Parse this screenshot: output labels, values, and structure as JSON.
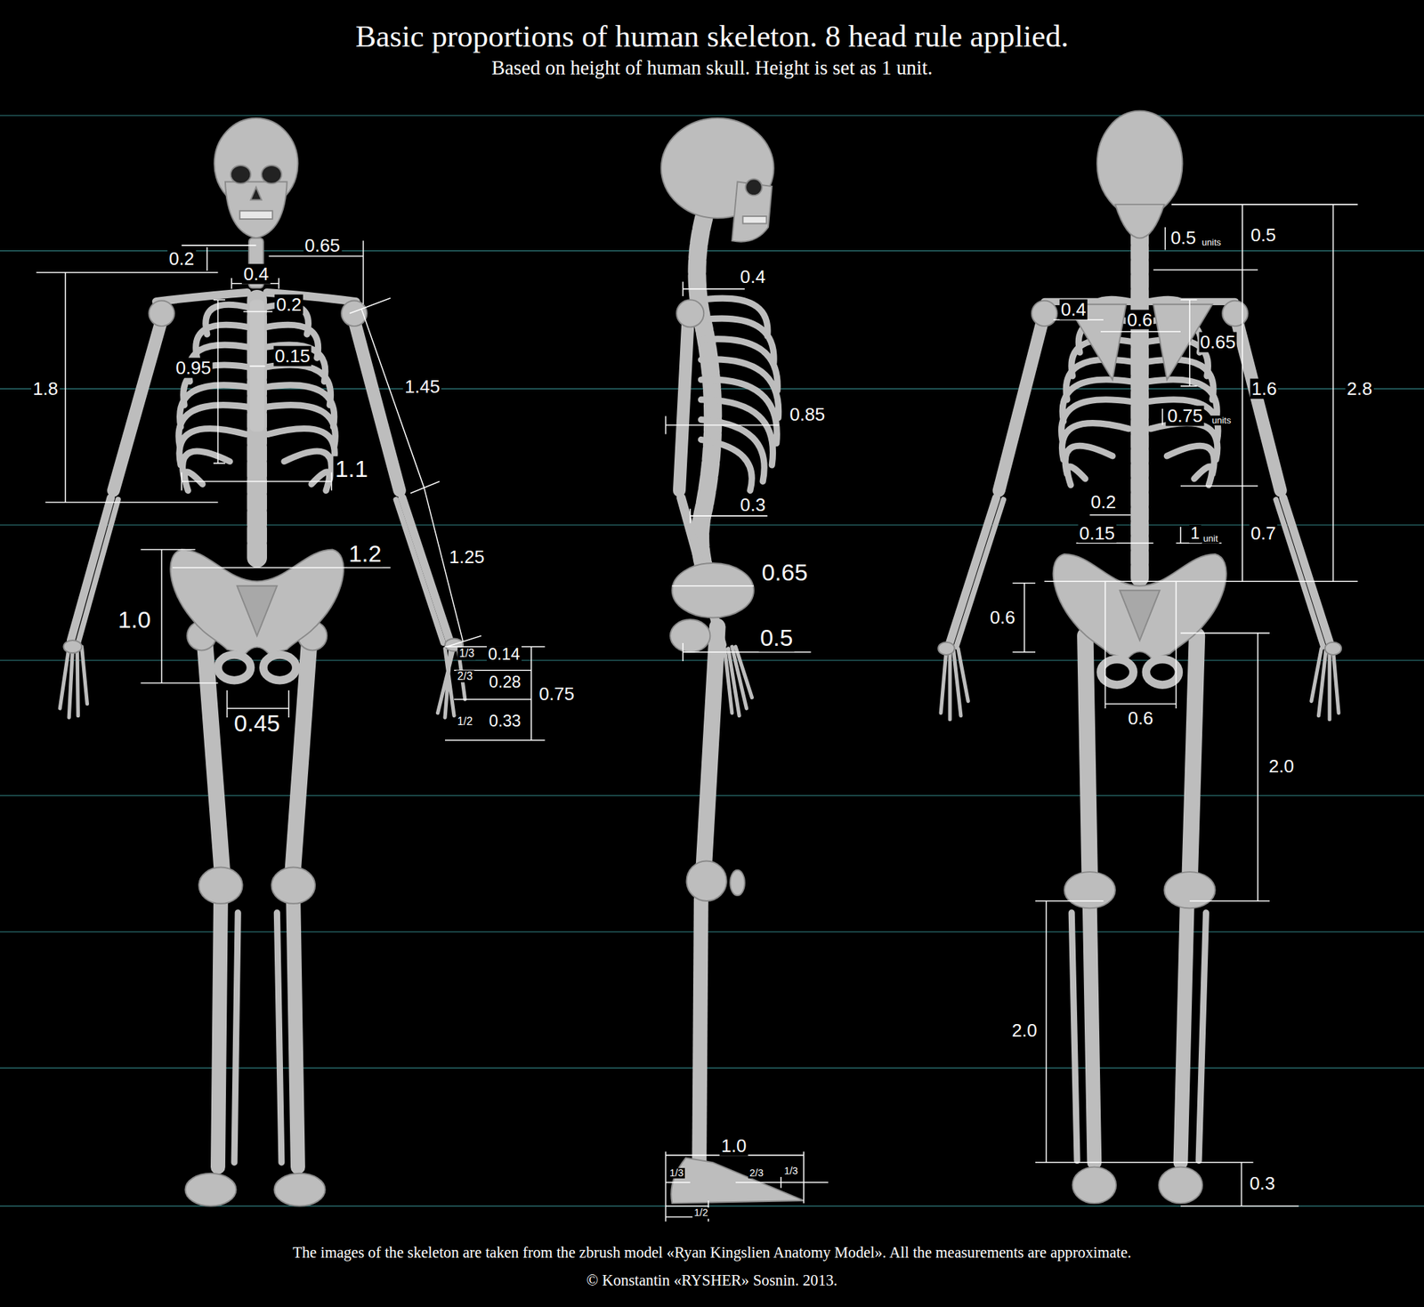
{
  "diagram": {
    "title": "Basic proportions of human skeleton. 8 head rule applied.",
    "caption": "The images of the skeleton are taken from the zbrush model «Ryan Kingslien Anatomy Model». All the measurements are approximate.",
    "labels": [
      "Based on height of human skull. Height is set as 1 unit.",
      "0.2",
      "0.65",
      "0.4",
      "0.2",
      "0.95",
      "0.15",
      "1.8",
      "1.45",
      "1.1",
      "1.2",
      "1.25",
      "1.0",
      "0.45",
      "1/3",
      "0.14",
      "2/3",
      "0.28",
      "1/2",
      "0.33",
      "0.75",
      "0.4",
      "0.85",
      "0.3",
      "0.65",
      "0.5",
      "1.0",
      "1/3",
      "2/3",
      "1/3",
      "1/2",
      "0.5",
      "units",
      "0.5",
      "0.4",
      "0.6",
      "0.65",
      "1.6",
      "2.8",
      "0.75",
      "units",
      "0.2",
      "0.15",
      "1",
      "unit",
      "0.7",
      "0.6",
      "0.6",
      "2.0",
      "2.0",
      "0.3",
      "© Konstantin «RYSHER» Sosnin. 2013."
    ]
  }
}
